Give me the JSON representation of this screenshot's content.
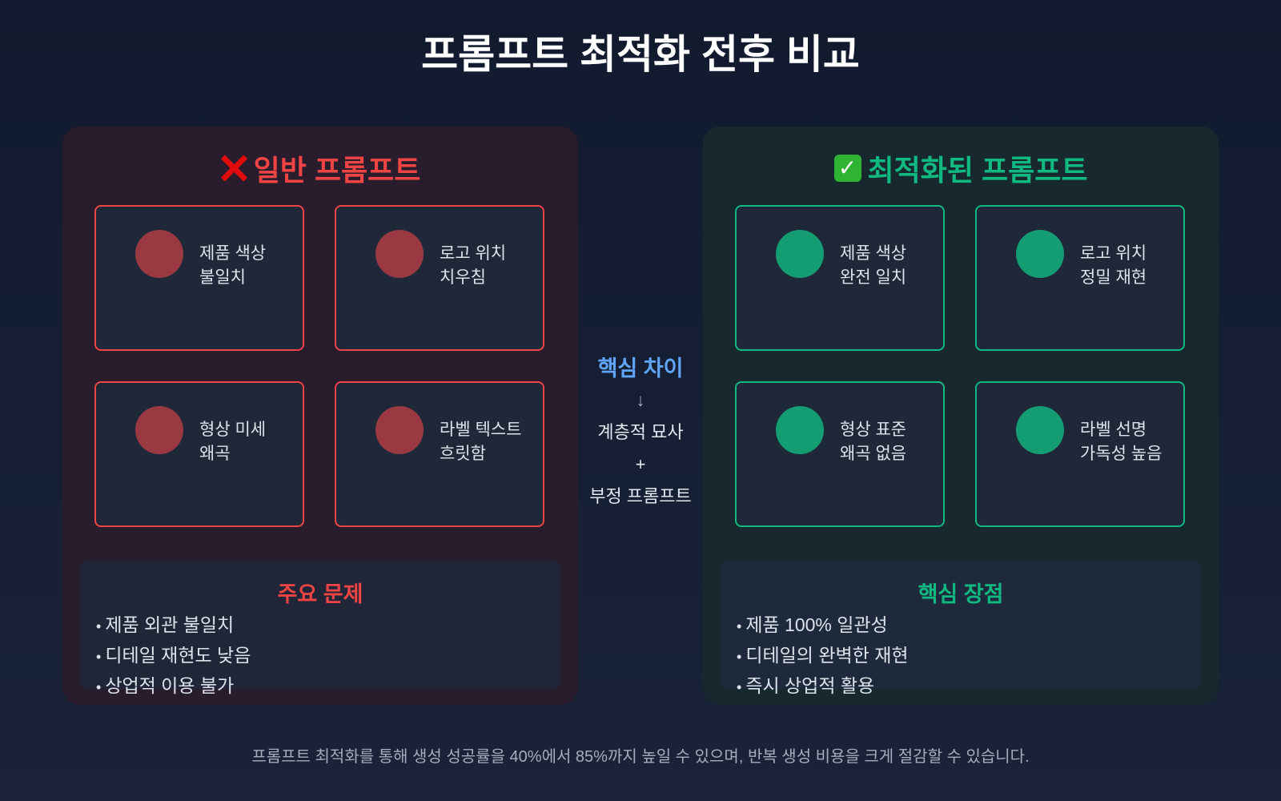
{
  "title": "프롬프트 최적화 전후 비교",
  "left_panel": {
    "icon": "cross-mark-icon",
    "title": "일반 프롬프트",
    "accent": "#ef4444",
    "cards": [
      {
        "line1": "제품 색상",
        "line2": "불일치"
      },
      {
        "line1": "로고 위치",
        "line2": "치우침"
      },
      {
        "line1": "형상 미세",
        "line2": "왜곡"
      },
      {
        "line1": "라벨 텍스트",
        "line2": "흐릿함"
      }
    ],
    "summary": {
      "title": "주요 문제",
      "items": [
        "제품 외관 불일치",
        "디테일 재현도 낮음",
        "상업적 이용 불가"
      ]
    }
  },
  "right_panel": {
    "icon": "check-mark-icon",
    "icon_glyph": "✓",
    "title": "최적화된 프롬프트",
    "accent": "#10b981",
    "cards": [
      {
        "line1": "제품 색상",
        "line2": "완전 일치"
      },
      {
        "line1": "로고 위치",
        "line2": "정밀 재현"
      },
      {
        "line1": "형상 표준",
        "line2": "왜곡 없음"
      },
      {
        "line1": "라벨 선명",
        "line2": "가독성 높음"
      }
    ],
    "summary": {
      "title": "핵심 장점",
      "items": [
        "제품 100% 일관성",
        "디테일의 완벽한 재현",
        "즉시 상업적 활용"
      ]
    }
  },
  "center": {
    "title": "핵심 차이",
    "arrow": "↓",
    "line1": "계층적 묘사",
    "plus": "+",
    "line2": "부정 프롬프트",
    "accent": "#60a5fa"
  },
  "footer": "프롬프트 최적화를 통해 생성 성공률을 40%에서 85%까지 높일 수 있으며, 반복 생성 비용을 크게 절감할 수 있습니다."
}
